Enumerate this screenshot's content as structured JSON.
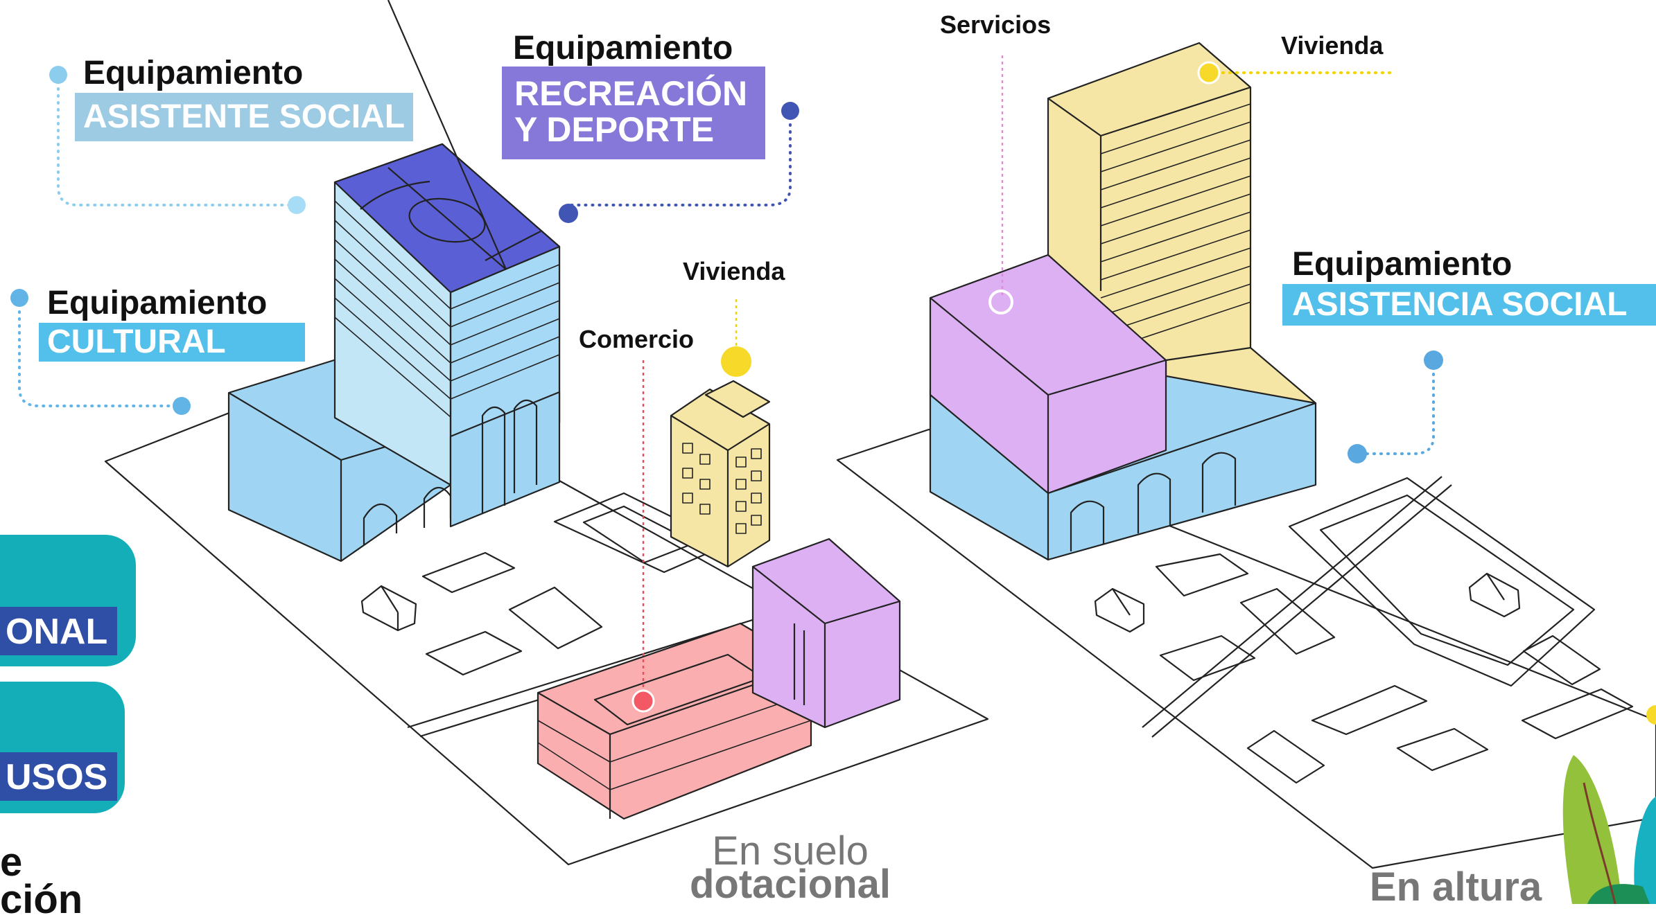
{
  "labels": {
    "eq_asistente": {
      "title": "Equipamiento",
      "tag": "ASISTENTE SOCIAL"
    },
    "eq_recreacion": {
      "title": "Equipamiento",
      "tag_line1": "RECREACIÓN",
      "tag_line2": "Y DEPORTE"
    },
    "eq_cultural": {
      "title": "Equipamiento",
      "tag": "CULTURAL"
    },
    "vivienda_left": "Vivienda",
    "comercio": "Comercio",
    "servicios": "Servicios",
    "vivienda_right": "Vivienda",
    "eq_asistencia": {
      "title": "Equipamiento",
      "tag": "ASISTENCIA SOCIAL"
    }
  },
  "side_panel": {
    "pill1": "ONAL",
    "pill2": "USOS",
    "text_line1": "e",
    "text_line2": "ción"
  },
  "captions": {
    "left_line1": "En suelo",
    "left_line2": "dotacional",
    "right": "En altura"
  },
  "colors": {
    "tag_light_blue": "#9dcbe3",
    "tag_purple": "#8678d8",
    "tag_sky": "#52c0ea",
    "teal_pill": "#14aeb8",
    "navy_tag": "#2f4ea6",
    "court_blue": "#5a5fd6",
    "building_blue": "#9fd5f2",
    "housing_yellow": "#f6e6a6",
    "commerce_pink": "#fbaeb0",
    "services_lilac": "#ddb0f3",
    "dot_yellow": "#f7d92a"
  }
}
